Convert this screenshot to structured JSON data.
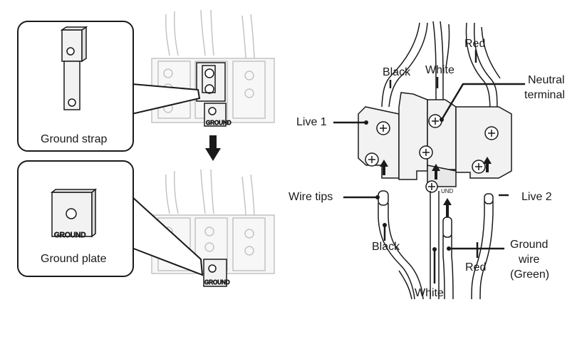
{
  "colors": {
    "line": "#1a1a1a",
    "faint": "#bdbdbd",
    "block": "#f2f2f2"
  },
  "left_panel": {
    "strap_caption": "Ground strap",
    "plate_caption": "Ground plate",
    "plate_stamp": "GROUND",
    "block_stamp": "GROUND"
  },
  "right_panel": {
    "labels": {
      "red_top": "Red",
      "black_top": "Black",
      "white_top": "White",
      "neutral_line1": "Neutral",
      "neutral_line2": "terminal",
      "live1": "Live 1",
      "live2": "Live 2",
      "wire_tips": "Wire tips",
      "black_bottom": "Black",
      "white_bottom": "White",
      "red_bottom": "Red",
      "ground_line1": "Ground",
      "ground_line2": "wire",
      "ground_line3": "(Green)"
    },
    "block_stamp": "UND"
  }
}
